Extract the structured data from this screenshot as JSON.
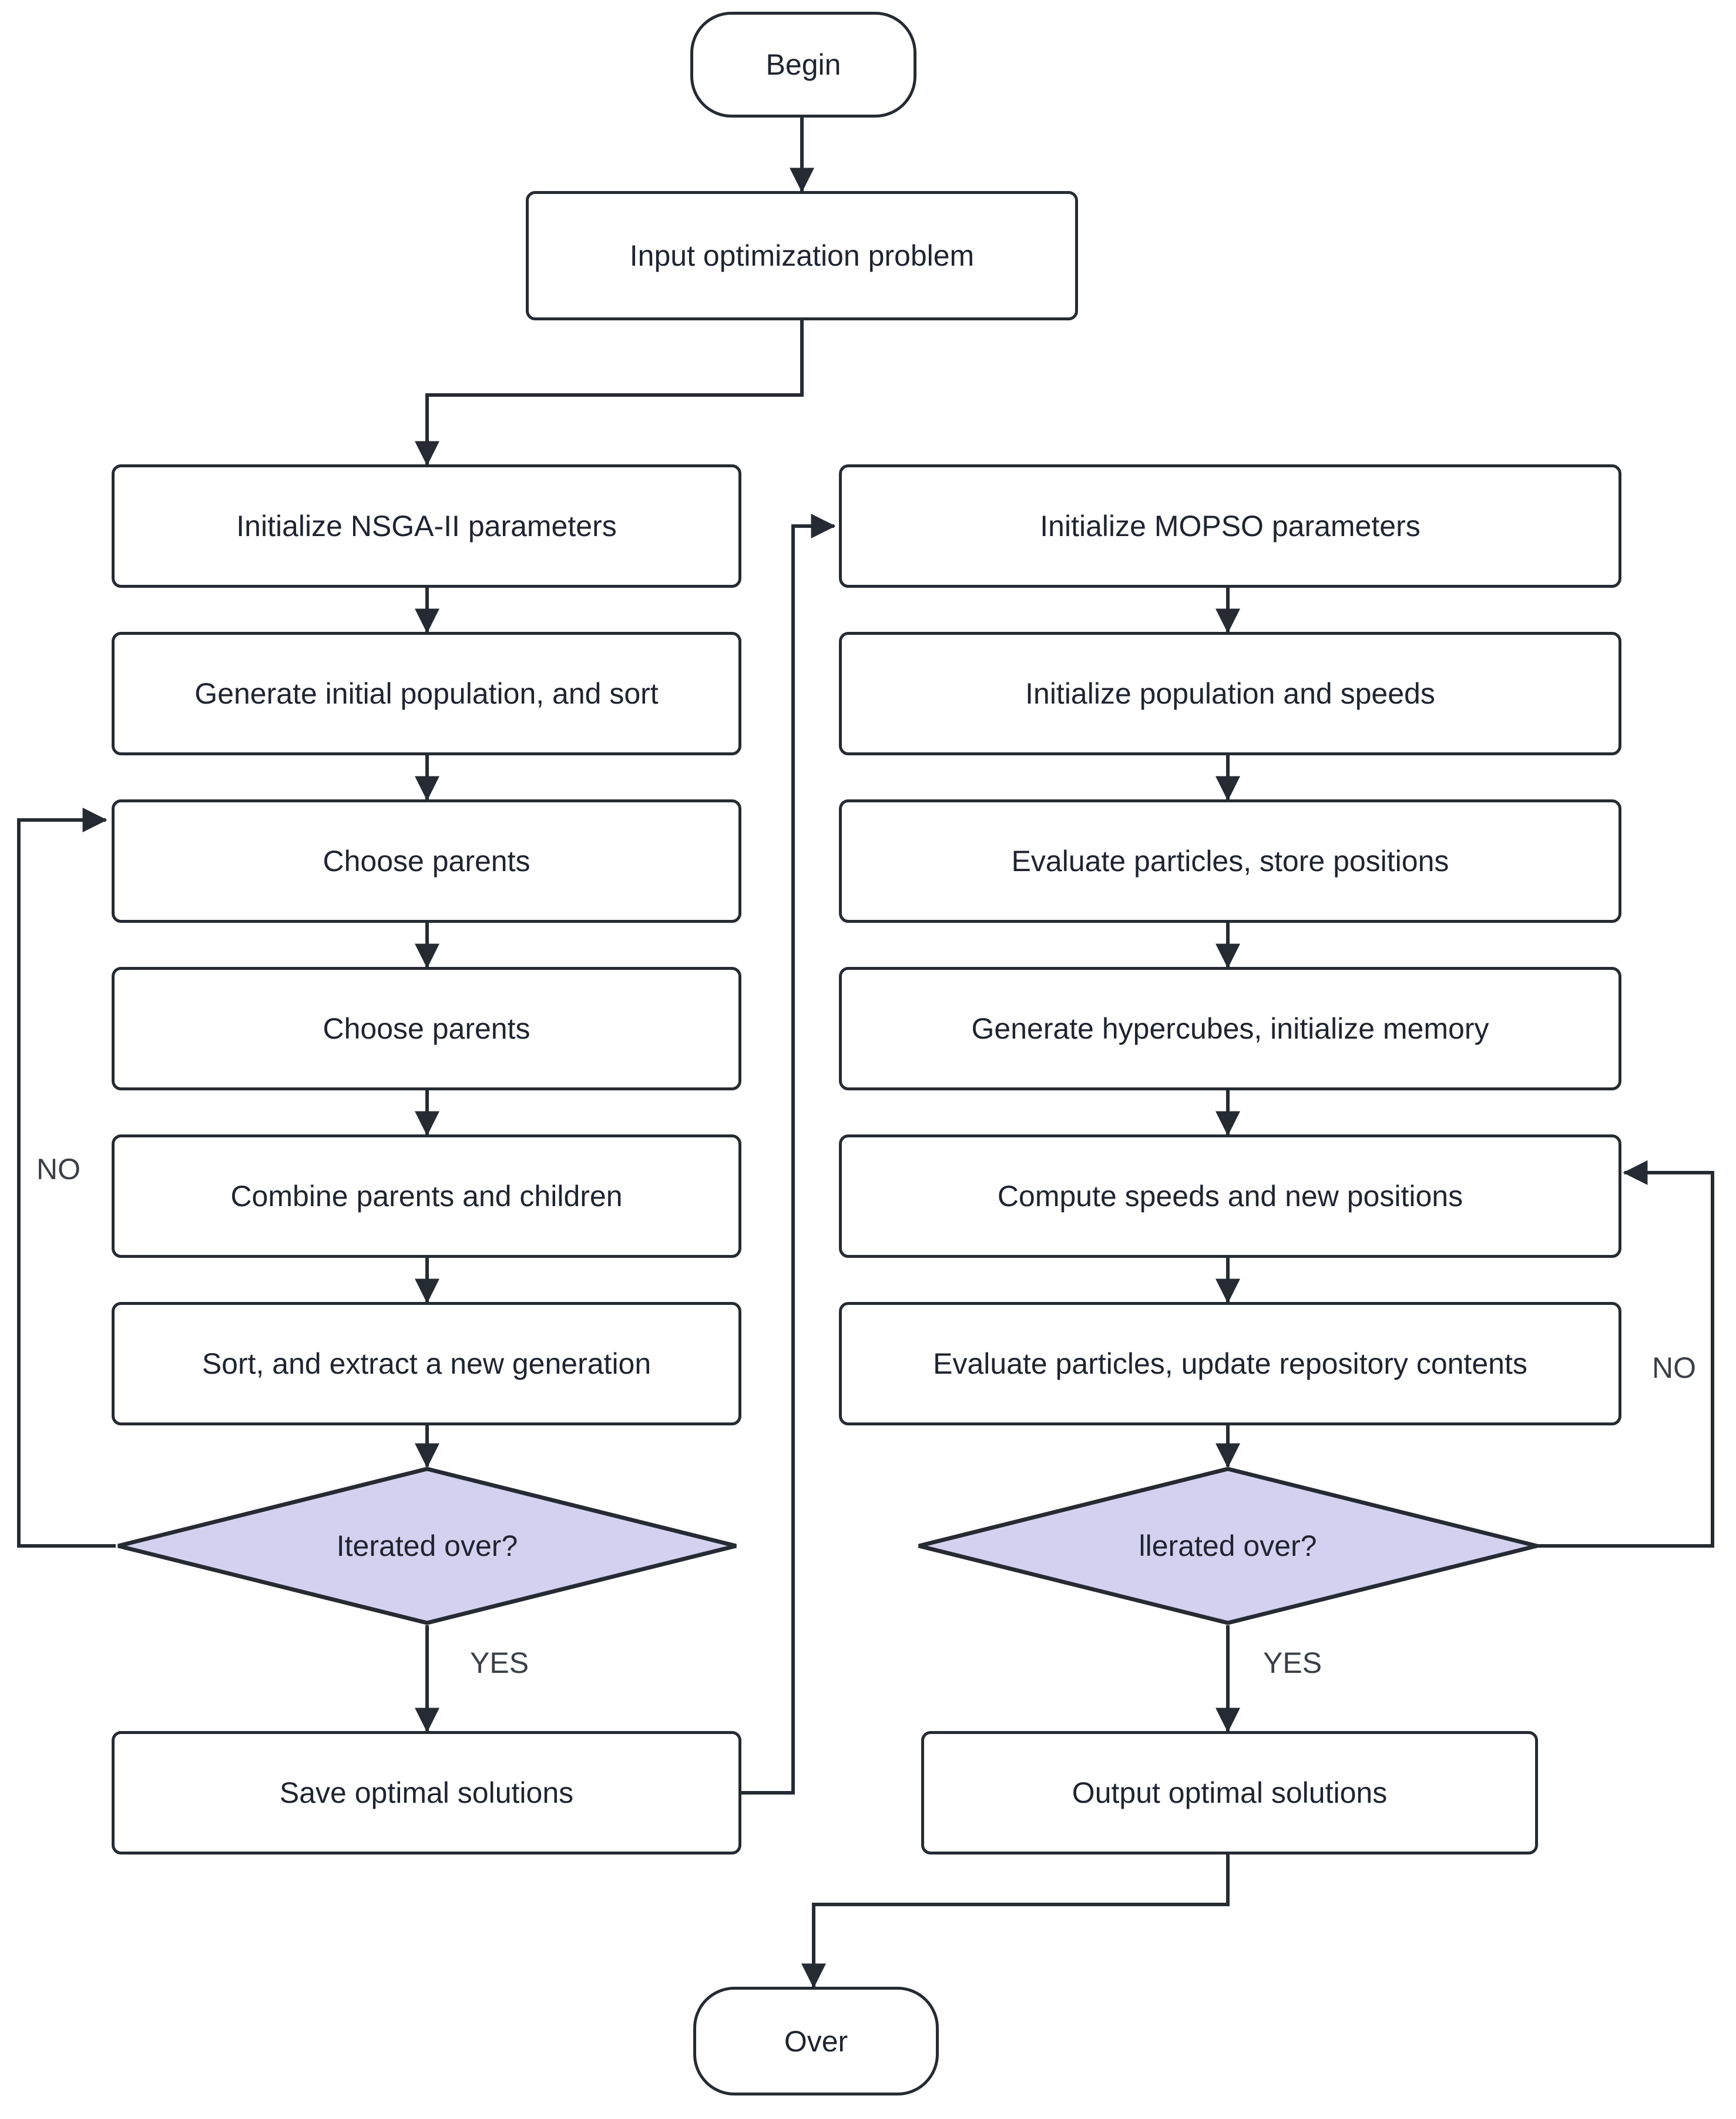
{
  "diagram": {
    "type": "flowchart",
    "title": "NSGA-II and MOPSO multi-objective optimization flowchart",
    "colors": {
      "stroke": "#262b33",
      "node_fill": "#ffffff",
      "decision_fill": "#d2d2f0",
      "text": "#1f2430",
      "background": "#ffffff"
    }
  },
  "nodes": {
    "begin": {
      "label": "Begin",
      "shape": "terminal"
    },
    "input_problem": {
      "label": "Input optimization problem",
      "shape": "process"
    },
    "init_nsga": {
      "label": "Initialize NSGA-II parameters",
      "shape": "process"
    },
    "generate_population": {
      "label": "Generate initial population, and sort",
      "shape": "process"
    },
    "choose_parents_1": {
      "label": "Choose parents",
      "shape": "process"
    },
    "choose_parents_2": {
      "label": "Choose parents",
      "shape": "process"
    },
    "combine_parents": {
      "label": "Combine parents and children",
      "shape": "process"
    },
    "sort_extract": {
      "label": "Sort, and extract a new generation",
      "shape": "process"
    },
    "decision_left": {
      "label": "Iterated over?",
      "shape": "decision"
    },
    "save_solutions": {
      "label": "Save optimal solutions",
      "shape": "process"
    },
    "init_mopso": {
      "label": "Initialize MOPSO parameters",
      "shape": "process"
    },
    "init_pop_speeds": {
      "label": "Initialize population and speeds",
      "shape": "process"
    },
    "evaluate_store": {
      "label": "Evaluate particles, store positions",
      "shape": "process"
    },
    "generate_hypercubes": {
      "label": "Generate hypercubes, initialize memory",
      "shape": "process"
    },
    "compute_speeds": {
      "label": "Compute speeds and new positions",
      "shape": "process"
    },
    "evaluate_update": {
      "label": "Evaluate particles, update repository contents",
      "shape": "process"
    },
    "decision_right": {
      "label": "llerated over?",
      "shape": "decision"
    },
    "output_solutions": {
      "label": "Output optimal solutions",
      "shape": "process"
    },
    "over": {
      "label": "Over",
      "shape": "terminal"
    }
  },
  "edge_labels": {
    "no_left": "NO",
    "yes_left": "YES",
    "no_right": "NO",
    "yes_right": "YES"
  }
}
